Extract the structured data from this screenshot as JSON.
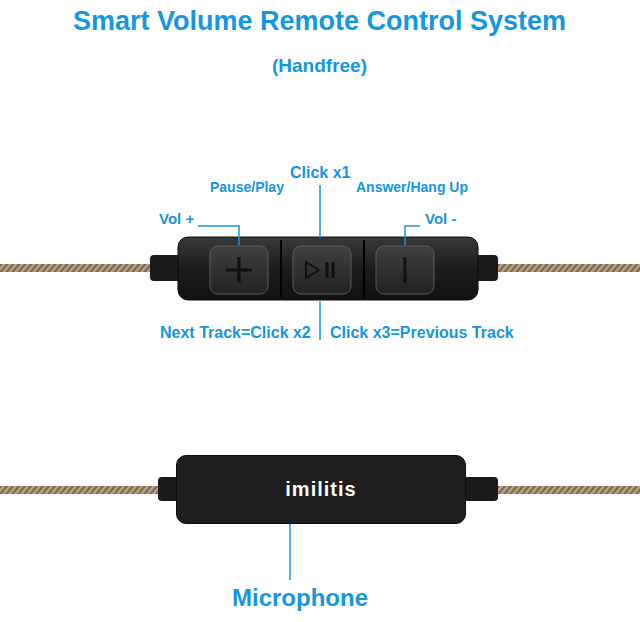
{
  "diagram": {
    "title": "Smart Volume Remote Control System",
    "nodes": [
      {
        "text": [
          "imilitis"
        ]
      }
    ],
    "edges": [],
    "labels": [
      "(Handfree)",
      "Click x1",
      "Pause/Play",
      "Answer/Hang Up",
      "Vol +",
      "Vol -",
      "Next Track=Click x2",
      "Click x3=Previous Track",
      "Microphone"
    ]
  }
}
